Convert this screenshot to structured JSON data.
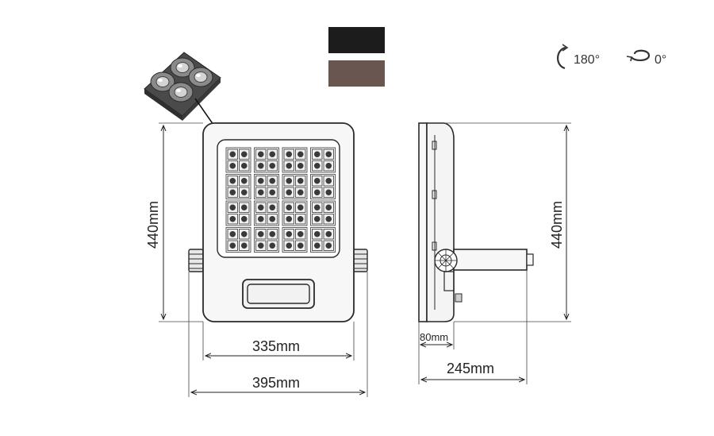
{
  "swatches": [
    {
      "name": "black",
      "color": "#1c1c1c"
    },
    {
      "name": "bronze",
      "color": "#6a5650"
    }
  ],
  "rotation": {
    "tilt_label": "180°",
    "tilt_icon": "rotate-arc-icon",
    "spin_label": "0°",
    "spin_icon": "rotate-loop-icon"
  },
  "front_view": {
    "height_label": "440mm",
    "panel_width_label": "335mm",
    "bracket_width_label": "395mm",
    "led_group_rows": 4,
    "led_group_cols": 4
  },
  "side_view": {
    "height_label": "440mm",
    "body_depth_label": "80mm",
    "total_depth_label": "245mm"
  },
  "inset": {
    "name": "led-lens-module",
    "lens_count": 4
  },
  "colors": {
    "line": "#2a2a2a",
    "body_fill": "#f4f4f4",
    "led": "#3a3a3a"
  }
}
